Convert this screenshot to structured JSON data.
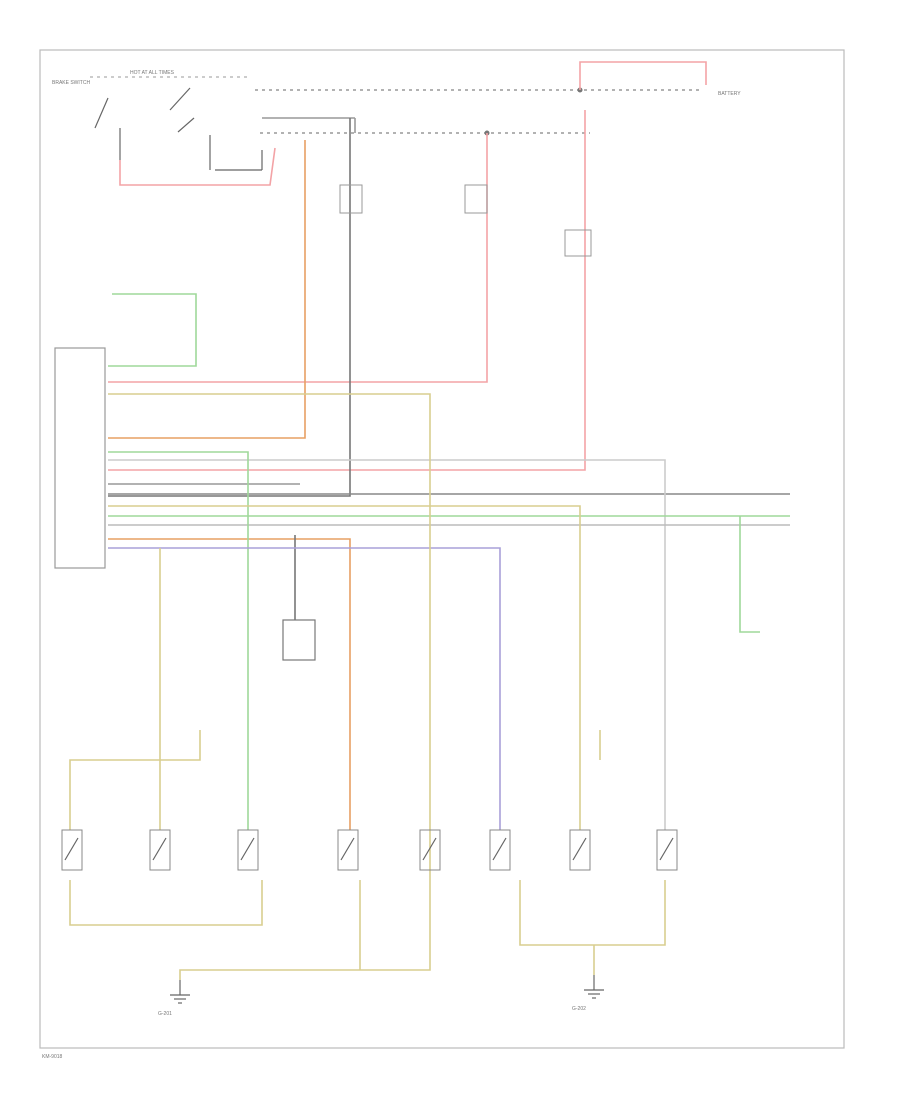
{
  "colors": {
    "red_wire": "#f3a3a6",
    "yellow_wire": "#d9ce8f",
    "green_wire": "#9fd89a",
    "gray_wire": "#b8b8b8",
    "orange_wire": "#e7a064",
    "blue_wire": "#a9a0d8",
    "dark_wire": "#777777"
  },
  "labels": {
    "top_left": "BRAKE SWITCH",
    "hot_at_all_times": "HOT AT ALL TIMES",
    "battery": "BATTERY",
    "ground_left": "G-201",
    "ground_right": "G-202",
    "footer": "KM-9018"
  }
}
